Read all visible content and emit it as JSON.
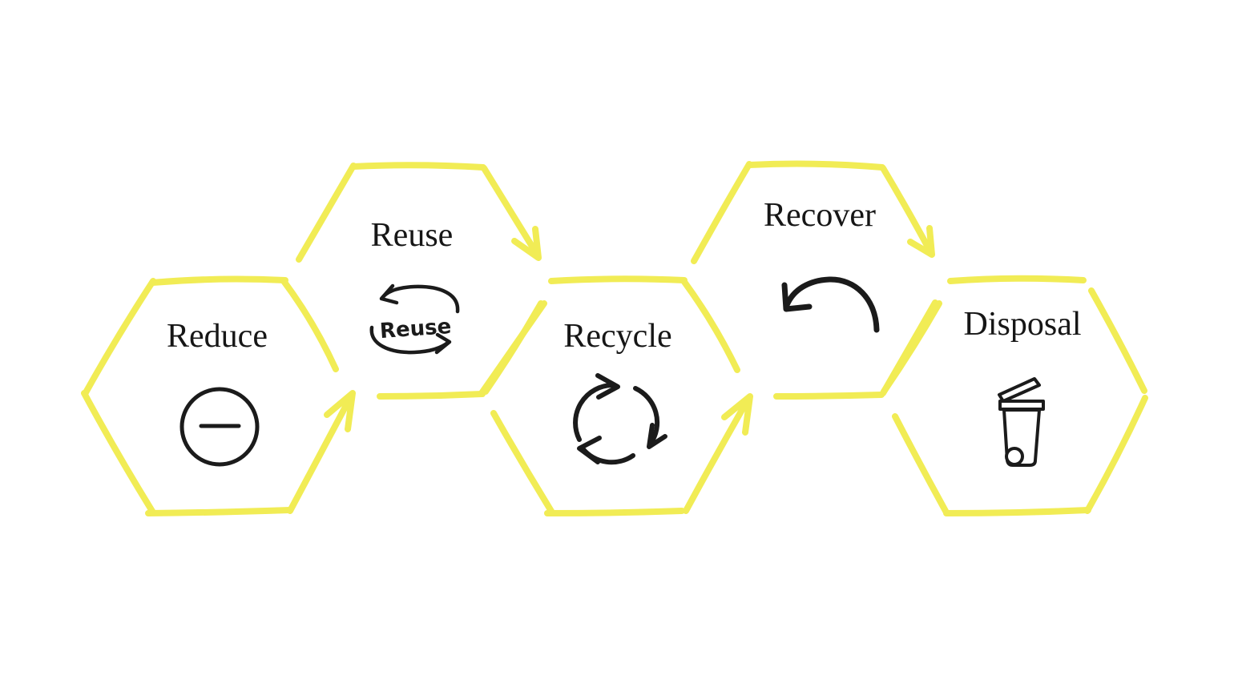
{
  "colors": {
    "hexagon_yellow": "#F1EC55",
    "icon_black": "#1B1B1B",
    "label_black": "#161616",
    "background": "#FFFFFF"
  },
  "nodes": [
    {
      "label": "Reduce",
      "icon": "minus-circle-icon"
    },
    {
      "label": "Reuse",
      "icon": "reuse-cycle-icon",
      "icon_text": "Reuse"
    },
    {
      "label": "Recycle",
      "icon": "recycle-arrows-icon"
    },
    {
      "label": "Recover",
      "icon": "recover-arrow-icon"
    },
    {
      "label": "Disposal",
      "icon": "trash-bin-icon"
    }
  ],
  "connections": [
    {
      "from": "Reduce",
      "to": "Reuse"
    },
    {
      "from": "Reuse",
      "to": "Recycle"
    },
    {
      "from": "Recycle",
      "to": "Recover"
    },
    {
      "from": "Recover",
      "to": "Disposal"
    }
  ]
}
